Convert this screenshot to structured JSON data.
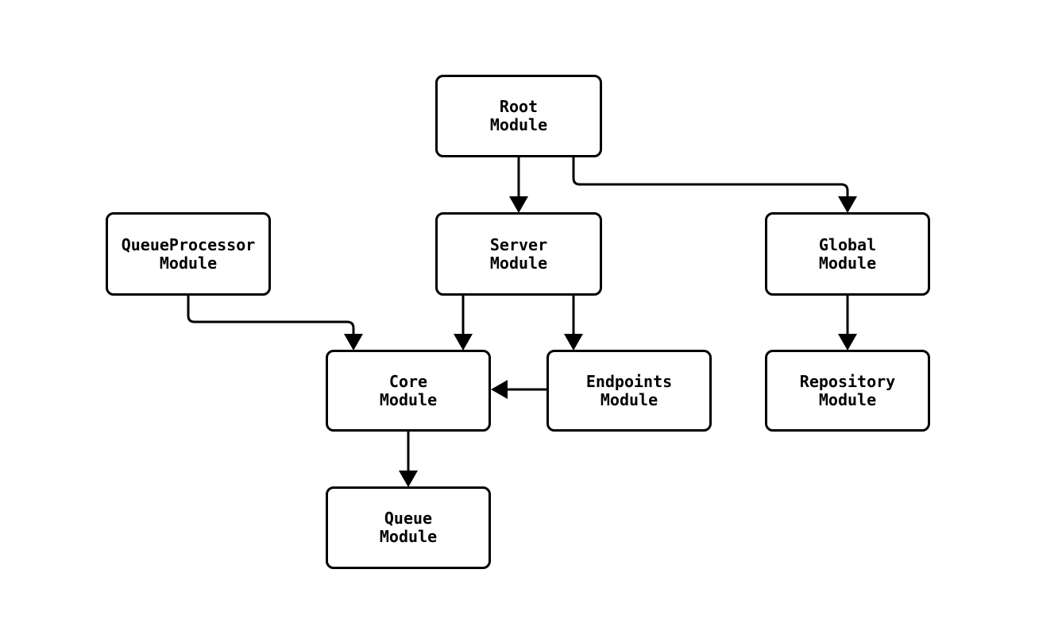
{
  "diagram": {
    "type": "module-dependency-graph",
    "background_color": "#ffffff",
    "line_color": "#000000",
    "node_fill_color": "#ffffff",
    "text_color": "#000000",
    "nodes": [
      {
        "id": "root-module",
        "line1": "Root",
        "line2": "Module"
      },
      {
        "id": "queueprocessor-module",
        "line1": "QueueProcessor",
        "line2": "Module"
      },
      {
        "id": "server-module",
        "line1": "Server",
        "line2": "Module"
      },
      {
        "id": "global-module",
        "line1": "Global",
        "line2": "Module"
      },
      {
        "id": "core-module",
        "line1": "Core",
        "line2": "Module"
      },
      {
        "id": "endpoints-module",
        "line1": "Endpoints",
        "line2": "Module"
      },
      {
        "id": "repository-module",
        "line1": "Repository",
        "line2": "Module"
      },
      {
        "id": "queue-module",
        "line1": "Queue",
        "line2": "Module"
      }
    ],
    "edges": [
      {
        "from": "root-module",
        "to": "server-module"
      },
      {
        "from": "root-module",
        "to": "global-module"
      },
      {
        "from": "queueprocessor-module",
        "to": "core-module"
      },
      {
        "from": "server-module",
        "to": "core-module"
      },
      {
        "from": "server-module",
        "to": "endpoints-module"
      },
      {
        "from": "endpoints-module",
        "to": "core-module"
      },
      {
        "from": "global-module",
        "to": "repository-module"
      },
      {
        "from": "core-module",
        "to": "queue-module"
      }
    ]
  }
}
